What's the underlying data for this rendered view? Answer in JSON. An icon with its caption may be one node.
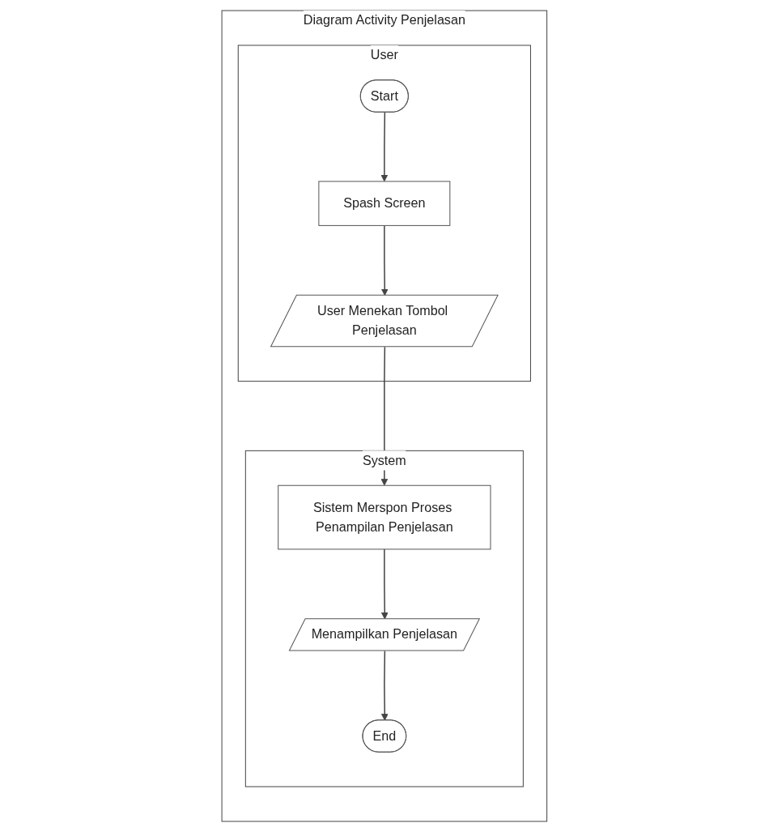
{
  "diagram": {
    "nodes": [
      {
        "text": [
          "Diagram Activity Penjelasan"
        ]
      },
      {
        "text": [
          "User"
        ],
        "in": 0
      },
      {
        "text": [
          "System"
        ],
        "in": 0
      },
      {
        "text": [
          "Start"
        ],
        "in": 1
      },
      {
        "text": [
          "Spash Screen"
        ],
        "in": 1
      },
      {
        "text": [
          "User Menekan Tombol Penjelasan"
        ],
        "in": 1
      },
      {
        "text": [
          "Sistem Merspon Proses Penampilan Penjelasan"
        ],
        "in": 2
      },
      {
        "text": [
          "Menampilkan Penjelasan"
        ],
        "in": 2
      },
      {
        "text": [
          "End"
        ],
        "in": 2
      }
    ],
    "edges": [
      {
        "from": 3,
        "to": 4,
        "arrow": "to"
      },
      {
        "from": 4,
        "to": 5,
        "arrow": "to"
      },
      {
        "from": 5,
        "to": 6,
        "arrow": "to"
      },
      {
        "from": 6,
        "to": 7,
        "arrow": "to"
      },
      {
        "from": 7,
        "to": 8,
        "arrow": "to"
      }
    ]
  }
}
